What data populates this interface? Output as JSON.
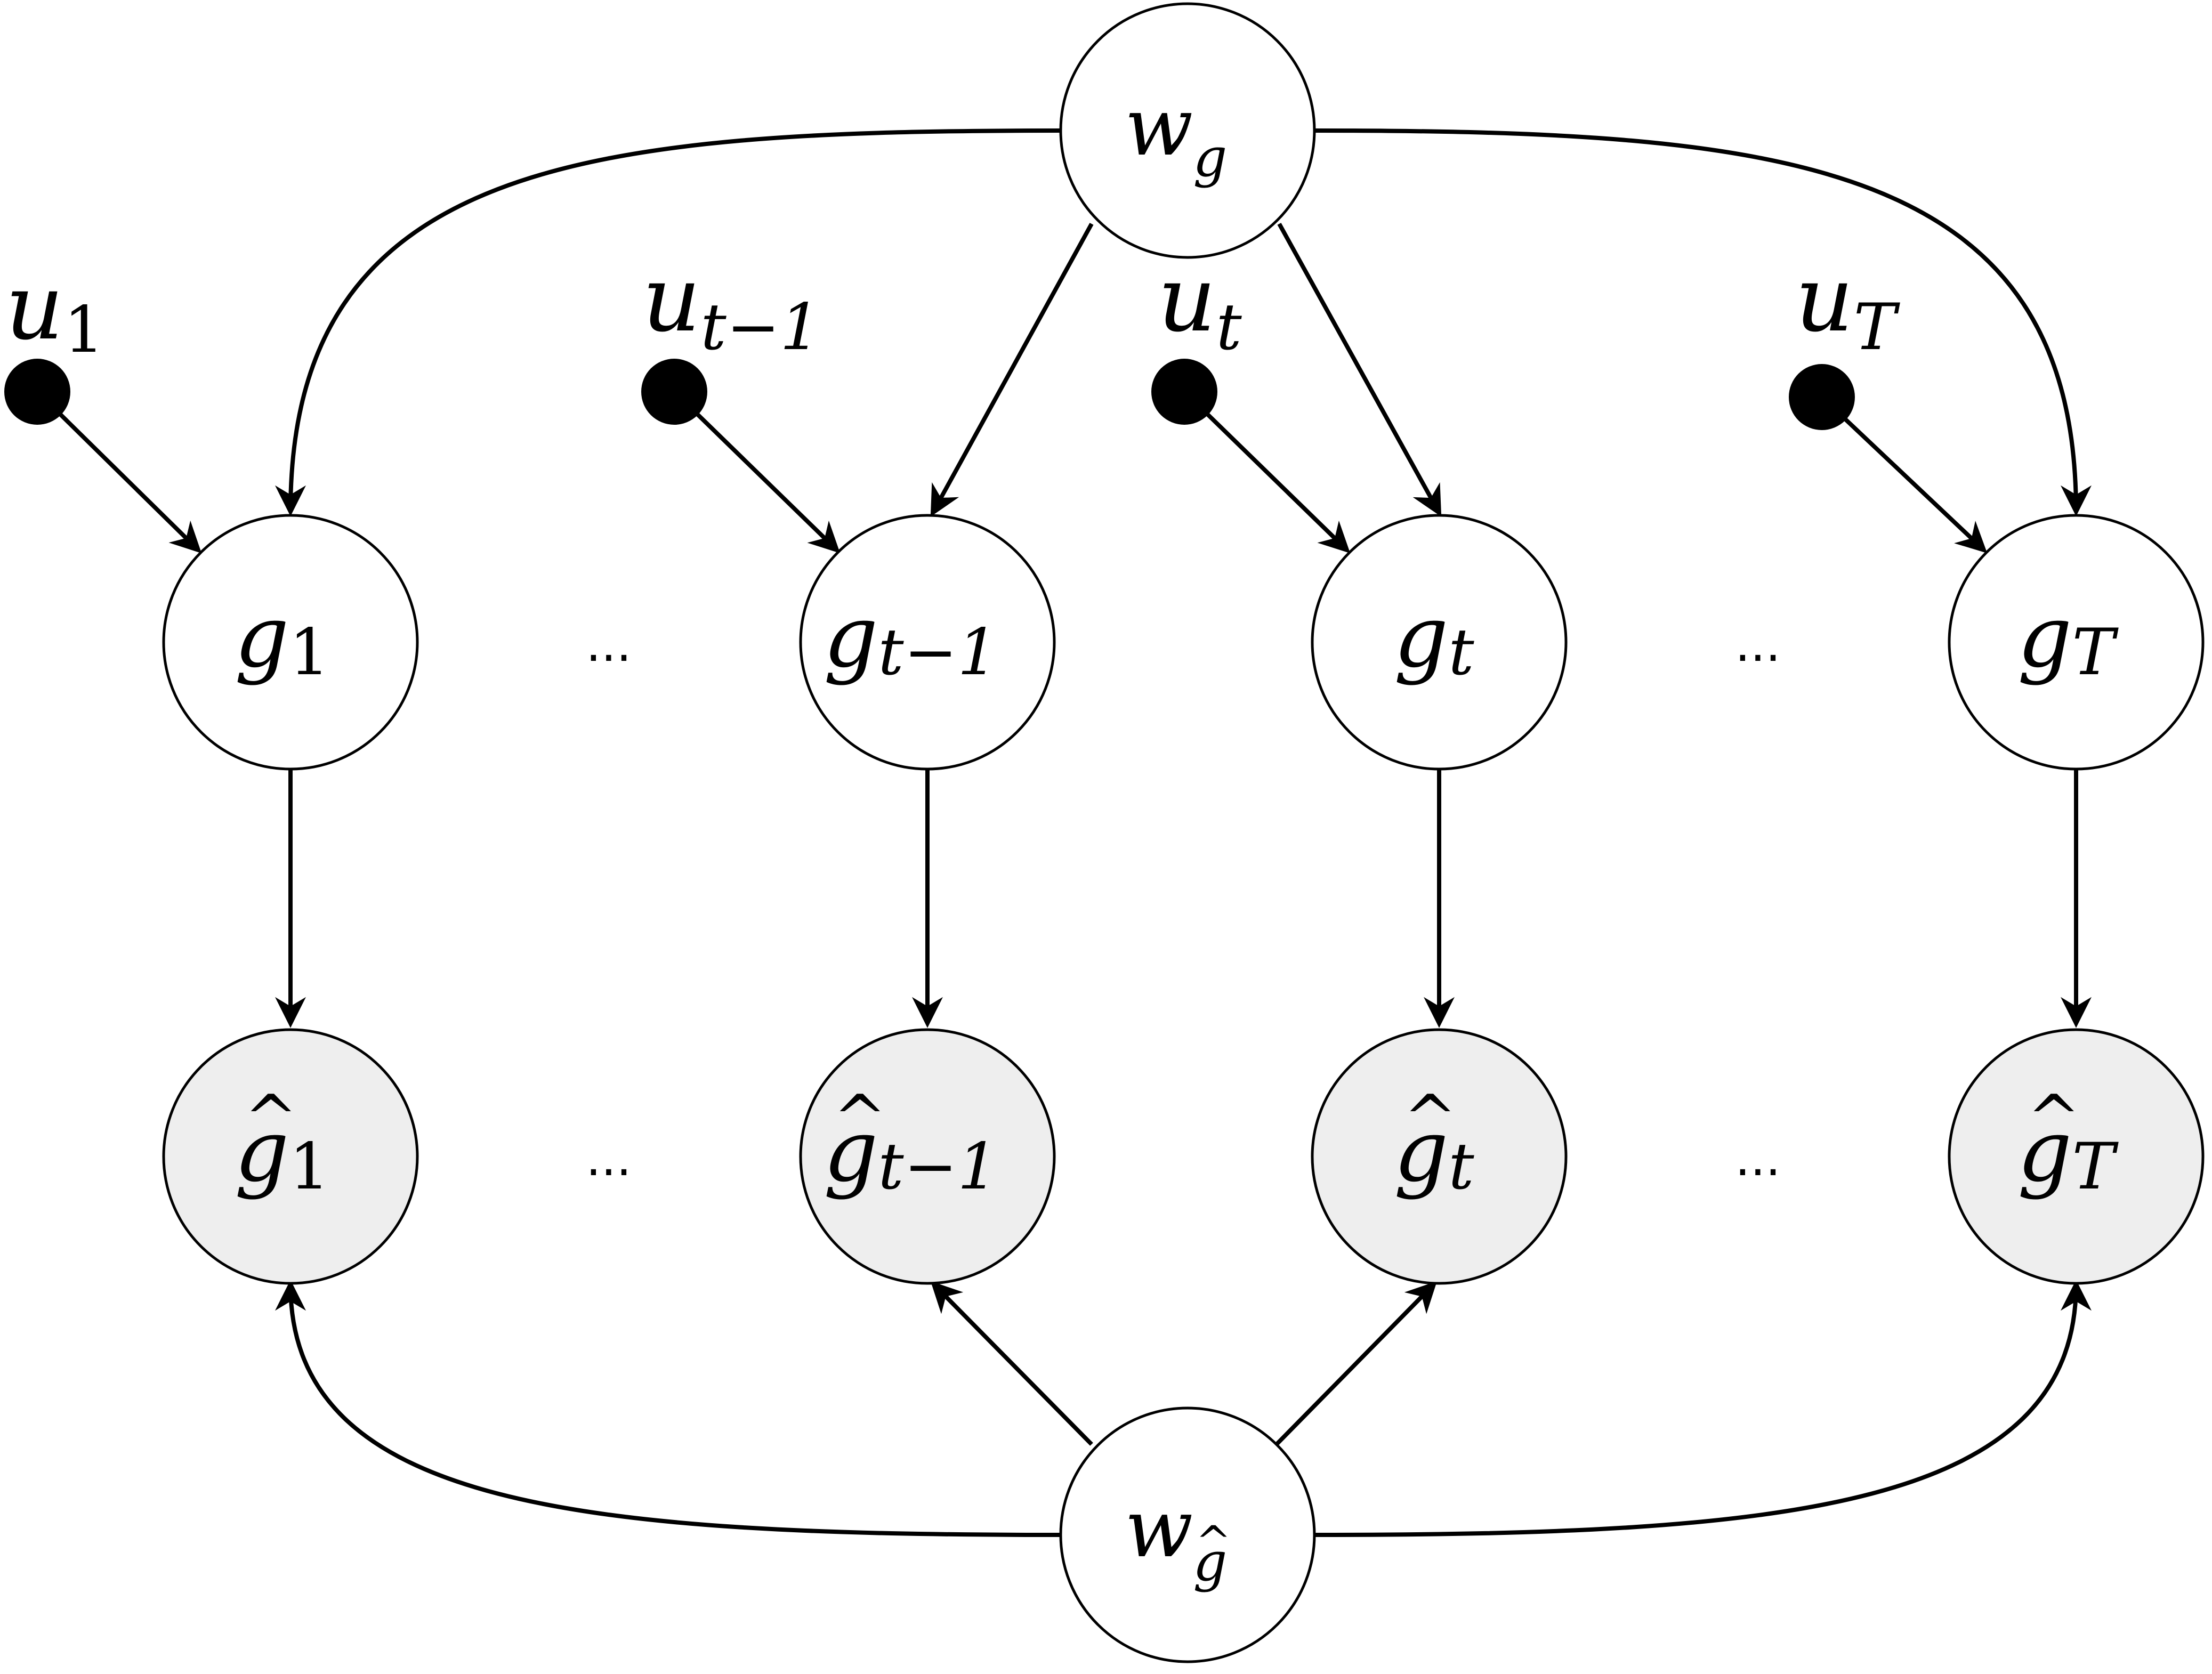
{
  "diagram": {
    "top_node": {
      "base": "w",
      "sub": "g",
      "sub_hat": false
    },
    "bottom_node": {
      "base": "w",
      "sub": "g",
      "sub_hat": true
    },
    "ellipsis": "...",
    "columns": [
      {
        "input": {
          "base": "u",
          "sub": "1"
        },
        "hidden": {
          "base": "g",
          "sub": "1"
        },
        "observed": {
          "base": "g",
          "sub": "1",
          "hat": "^"
        }
      },
      {
        "input": {
          "base": "u",
          "sub": "t−1"
        },
        "hidden": {
          "base": "g",
          "sub": "t−1"
        },
        "observed": {
          "base": "g",
          "sub": "t−1",
          "hat": "^"
        }
      },
      {
        "input": {
          "base": "u",
          "sub": "t"
        },
        "hidden": {
          "base": "g",
          "sub": "t"
        },
        "observed": {
          "base": "g",
          "sub": "t",
          "hat": "^"
        }
      },
      {
        "input": {
          "base": "u",
          "sub": "T"
        },
        "hidden": {
          "base": "g",
          "sub": "T"
        },
        "observed": {
          "base": "g",
          "sub": "T",
          "hat": "^"
        }
      }
    ],
    "colors": {
      "hidden_fill": "#ffffff",
      "observed_fill": "#eeeeee",
      "stroke": "#000000"
    }
  }
}
